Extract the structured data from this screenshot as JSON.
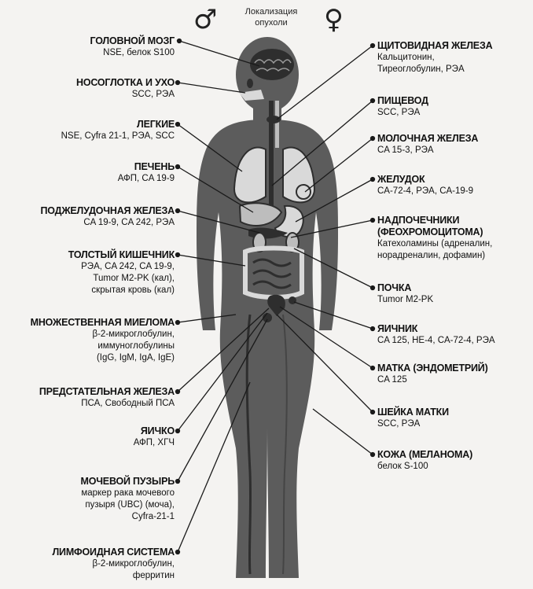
{
  "header": {
    "title_line1": "Локализация",
    "title_line2": "опухоли",
    "male_symbol": "♂",
    "female_symbol": "♀"
  },
  "left_labels": [
    {
      "title": "ГОЛОВНОЙ МОЗГ",
      "markers": [
        "NSE, белок S100"
      ]
    },
    {
      "title": "НОСОГЛОТКА И УХО",
      "markers": [
        "SCC, РЭА"
      ]
    },
    {
      "title": "ЛЕГКИЕ",
      "markers": [
        "NSE, Cyfra 21-1, РЭА, SCC"
      ]
    },
    {
      "title": "ПЕЧЕНЬ",
      "markers": [
        "АФП, CA 19-9"
      ]
    },
    {
      "title": "ПОДЖЕЛУДОЧНАЯ ЖЕЛЕЗА",
      "markers": [
        "CA 19-9, CA 242, РЭА"
      ]
    },
    {
      "title": "ТОЛСТЫЙ КИШЕЧНИК",
      "markers": [
        "РЭА, CA 242, CA 19-9,",
        "Tumor M2-PK (кал),",
        "скрытая кровь (кал)"
      ]
    },
    {
      "title": "МНОЖЕСТВЕННАЯ МИЕЛОМА",
      "markers": [
        "β-2-микроглобулин,",
        "иммуноглобулины",
        "(IgG, IgM, IgA, IgE)"
      ]
    },
    {
      "title": "ПРЕДСТАТЕЛЬНАЯ ЖЕЛЕЗА",
      "markers": [
        "ПСА, Свободный ПСА"
      ]
    },
    {
      "title": "ЯИЧКО",
      "markers": [
        "АФП, ХГЧ"
      ]
    },
    {
      "title": "МОЧЕВОЙ ПУЗЫРЬ",
      "markers": [
        "маркер рака мочевого",
        "пузыря (UBC) (моча),",
        "Cyfra-21-1"
      ]
    },
    {
      "title": "ЛИМФОИДНАЯ СИСТЕМА",
      "markers": [
        "β-2-микроглобулин,",
        "ферритин"
      ]
    }
  ],
  "right_labels": [
    {
      "title": "ЩИТОВИДНАЯ ЖЕЛЕЗА",
      "markers": [
        "Кальцитонин,",
        "Тиреоглобулин, РЭА"
      ]
    },
    {
      "title": "ПИЩЕВОД",
      "markers": [
        "SCC, РЭА"
      ]
    },
    {
      "title": "МОЛОЧНАЯ ЖЕЛЕЗА",
      "markers": [
        "CA 15-3, РЭА"
      ]
    },
    {
      "title": "ЖЕЛУДОК",
      "markers": [
        "CA-72-4, РЭА, CA-19-9"
      ]
    },
    {
      "title": "НАДПОЧЕЧНИКИ",
      "markers": [
        "(ФЕОХРОМОЦИТОМА)",
        "Катехоламины (адреналин,",
        "норадреналин, дофамин)"
      ]
    },
    {
      "title": "ПОЧКА",
      "markers": [
        "Tumor M2-PK"
      ]
    },
    {
      "title": "ЯИЧНИК",
      "markers": [
        "CA 125, HE-4, CA-72-4, РЭА"
      ]
    },
    {
      "title": "МАТКА (ЭНДОМЕТРИЙ)",
      "markers": [
        "CA 125"
      ]
    },
    {
      "title": "ШЕЙКА МАТКИ",
      "markers": [
        "SCC, РЭА"
      ]
    },
    {
      "title": "КОЖА (МЕЛАНОМА)",
      "markers": [
        "белок S-100"
      ]
    }
  ],
  "colors": {
    "body_fill": "#5c5c5c",
    "organ_fill": "#d9d9d9",
    "organ_dark": "#2e2e2e",
    "line": "#1a1a1a"
  }
}
